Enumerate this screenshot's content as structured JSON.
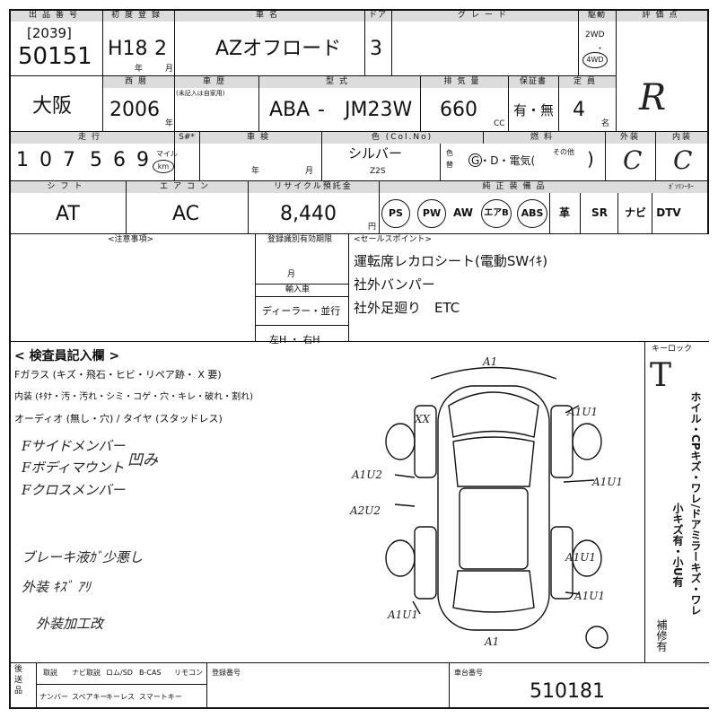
{
  "headers": {
    "lot_no": "出品番号",
    "first_reg": "初度登録",
    "model_name": "車名",
    "doors": "ドア",
    "grade": "グレード",
    "drive": "駆動",
    "rating": "評価点",
    "year": "西暦",
    "history": "車歴",
    "history_sub": "(未記入は自家用)",
    "type": "型式",
    "displacement": "排気量",
    "warranty": "保証書",
    "capacity": "定員",
    "mileage": "走行",
    "smeter": "S#*",
    "inspection": "車検",
    "color": "色 (Col.No)",
    "fuel": "燃料",
    "exterior": "外装",
    "interior": "内装",
    "shift": "シフト",
    "aircon": "エアコン",
    "recycle": "リサイクル預託金",
    "equipment": "純正装備品",
    "equip_extra": "ｶﾞｿﾘﾝｰﾀｰ",
    "notes": "<注意事項>",
    "reg_deadline": "登録識別有効期限",
    "sales_points": "<セールスポイント>",
    "import": "輸入車",
    "inspector": "< 検査員記入欄 >",
    "keylock": "キーロック",
    "car_id": "車台番号",
    "reg_no": "登録番号"
  },
  "vehicle": {
    "auction_code": "[2039]",
    "lot_number": "50151",
    "era": "H18",
    "month": "2",
    "nen": "年",
    "tsuki": "月",
    "name": "AZオフロード",
    "doors": "3",
    "drive_2wd": "2WD",
    "drive_4wd": "4WD",
    "score": "R",
    "region": "大阪",
    "model_year": "2006",
    "model_year_unit": "年",
    "type_prefix": "ABA",
    "type_dash": "-",
    "type_code": "JM23W",
    "engine_cc": "660",
    "cc_unit": "CC",
    "warranty": "有・無",
    "seats": "4",
    "seats_unit": "名",
    "mileage_digits": [
      "1",
      "0",
      "7",
      "5",
      "6",
      "9"
    ],
    "mile_unit": "マイル",
    "km_unit": "km",
    "insp_year": "年",
    "insp_month": "月",
    "color": "シルバー",
    "color_code": "Z2S",
    "color_change": "色替",
    "fuel": "G・D・電気(",
    "fuel_other": "その他",
    "fuel_close": ")",
    "exterior_grade": "C",
    "interior_grade": "C",
    "transmission": "AT",
    "aircon": "AC",
    "recycle_fee": "8,440",
    "yen_unit": "円",
    "equipment": [
      "PS",
      "PW",
      "AW",
      "エアB",
      "ABS",
      "革",
      "SR",
      "ナビ",
      "DTV"
    ],
    "reg_month": "月",
    "dealer": "ディーラー・並行",
    "steering": "左H ・ 右H",
    "sales_points": [
      "運転席レカロシート(電動SWｲｷ)",
      "社外バンパー",
      "社外足廻り　ETC"
    ],
    "inspection_lines": [
      "Fガラス (キズ・飛石・ヒビ・リペア跡・ X 要)",
      "内装 (ｷﾀﾅ・汚・汚れ・シミ・コゲ・穴・キレ・破れ・割れ)",
      "オーディオ (無し・穴) / タイヤ (スタッドレス)"
    ],
    "handwritten": [
      "Fサイドメンバー",
      "Fボディマウント",
      "Fクロスメンバー",
      "凹み",
      "ブレーキ液ｶﾞ少悪し",
      "外装 ｷｽﾞ ｱﾘ",
      "外装加工改"
    ],
    "diagram_marks": [
      "A1",
      "A1U1",
      "A1U2",
      "A2U2",
      "A1U1",
      "A1U1",
      "A1U1",
      "A1U1",
      "XX",
      "A1"
    ],
    "keylock_mark": "T",
    "side_note_1": "ホイル・CPキズ・ワレ/ドアミラーキズ・ワレ",
    "side_note_2": "小キズ有・小U有",
    "side_note_3": "補修有",
    "bottom_labels": [
      "取説",
      "ナビ取説",
      "ロム/SD",
      "B-CAS",
      "リモコン"
    ],
    "bottom_labels2": [
      "ナンバー",
      "スペアキー",
      "キーレス",
      "スマートキー"
    ],
    "bottom_side": "後送品",
    "chassis_number": "510181"
  }
}
